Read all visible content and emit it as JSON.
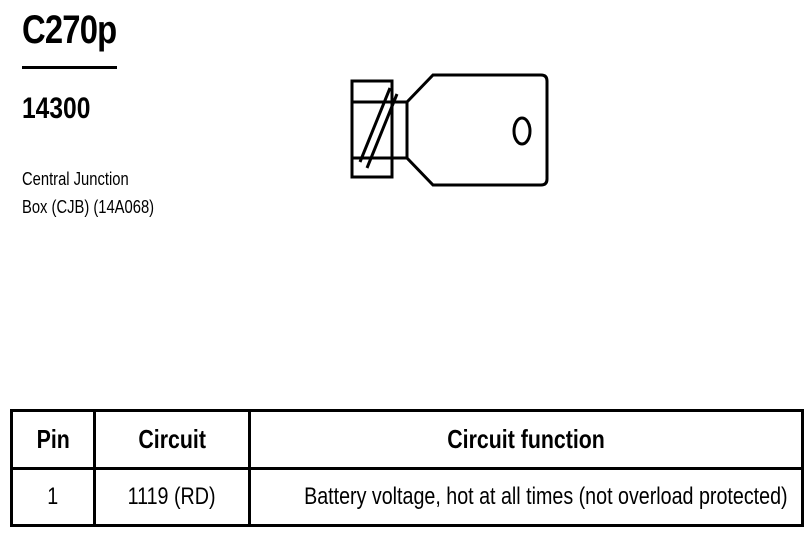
{
  "header": {
    "connector_id": "C270p",
    "part_number": "14300",
    "location_line1": "Central Junction",
    "location_line2": "Box (CJB) (14A068)"
  },
  "table": {
    "headers": [
      "Pin",
      "Circuit",
      "Circuit function"
    ],
    "rows": [
      {
        "pin": "1",
        "circuit": "1119 (RD)",
        "function": "Battery voltage, hot at all times (not overload protected)"
      }
    ]
  }
}
